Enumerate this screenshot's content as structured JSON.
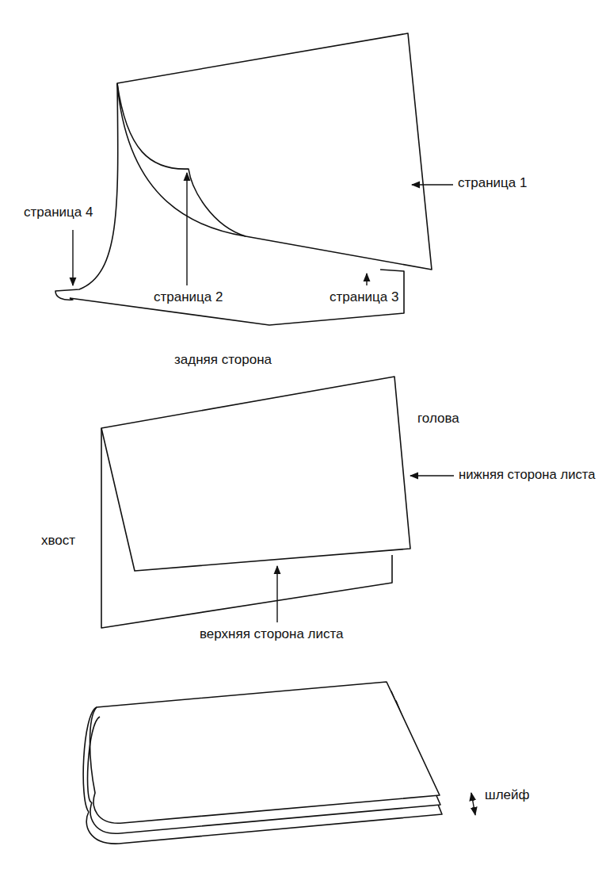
{
  "diagram": {
    "labels": [
      "страница 1",
      "страница 4",
      "страница 2",
      "страница 3",
      "задняя сторона",
      "голова",
      "нижняя сторона листа",
      "хвост",
      "верхняя сторона листа",
      "шлейф"
    ]
  }
}
